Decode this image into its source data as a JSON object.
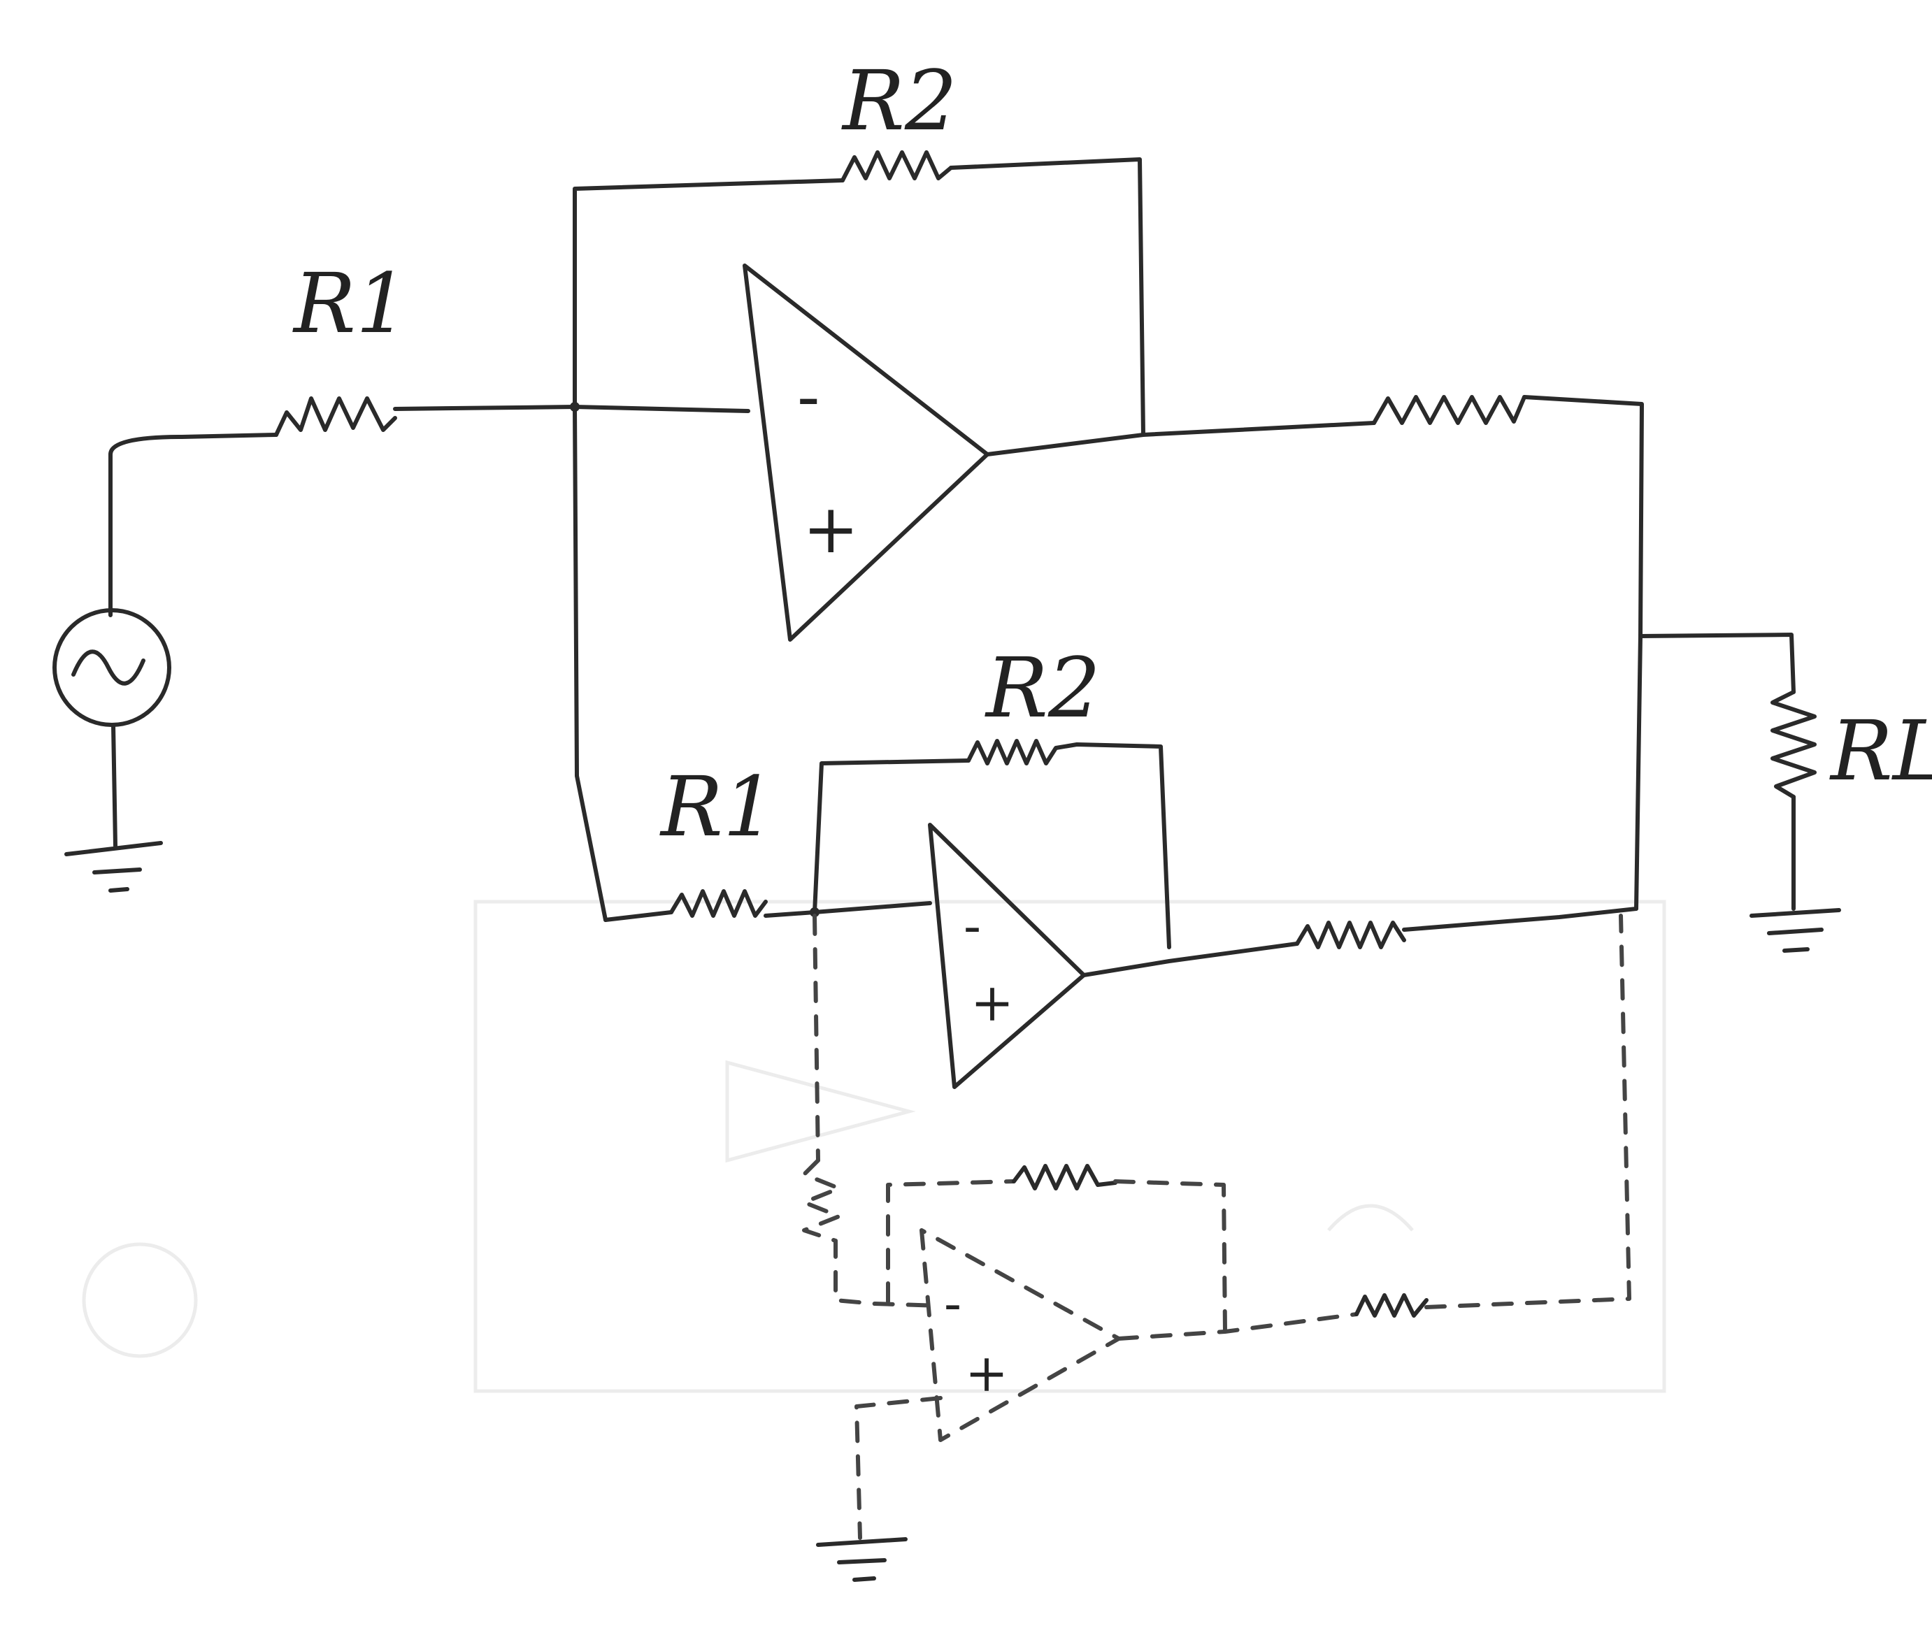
{
  "diagram": {
    "labels": {
      "r1_top": "R1",
      "r2_top": "R2",
      "r1_bottom": "R1",
      "r2_bottom": "R2",
      "rl": "RL"
    },
    "opamp_inputs": {
      "inverting": "-",
      "non_inverting": "+"
    }
  },
  "colors": {
    "ink": "#2a2a2a",
    "paper": "#ffffff"
  }
}
